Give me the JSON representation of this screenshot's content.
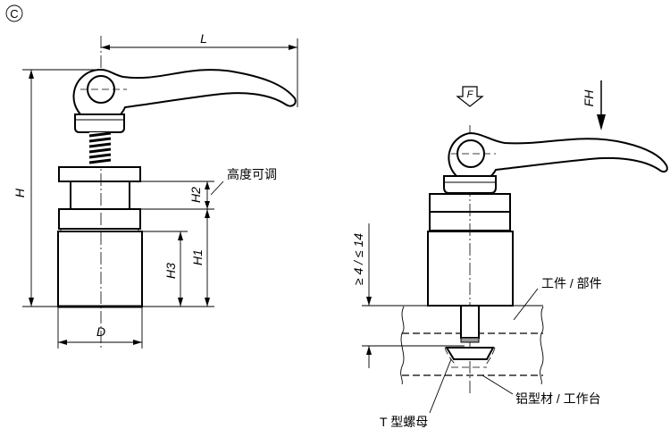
{
  "variant_mark": "C",
  "left_view": {
    "dim_L": "L",
    "dim_H": "H",
    "dim_H1": "H1",
    "dim_H2": "H2",
    "dim_H3": "H3",
    "dim_D": "D",
    "adjustable_height_label": "高度可调"
  },
  "right_view": {
    "force_F": "F",
    "force_FH": "FH",
    "clamp_range": "≥ 4 / ≤ 14",
    "workpiece_label": "工件 / 部件",
    "profile_label": "铝型材 / 工作台",
    "t_nut_label": "T 型螺母"
  }
}
